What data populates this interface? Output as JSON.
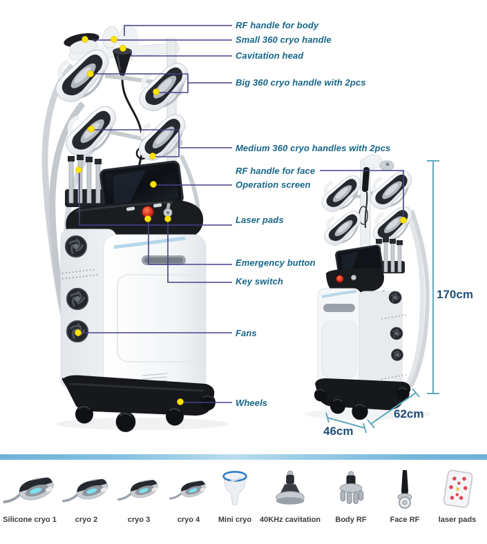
{
  "diagram": {
    "callouts": [
      {
        "label": "RF handle for body"
      },
      {
        "label": "Small 360 cryo handle"
      },
      {
        "label": "Cavitation head"
      },
      {
        "label": "Big 360 cryo handle with 2pcs"
      },
      {
        "label": "Medium 360 cryo handles with 2pcs"
      },
      {
        "label": "RF handle for face"
      },
      {
        "label": "Operation screen"
      },
      {
        "label": "Laser pads"
      },
      {
        "label": "Emergency button"
      },
      {
        "label": "Key switch"
      },
      {
        "label": "Fans"
      },
      {
        "label": "Wheels"
      }
    ],
    "dimensions": {
      "height": "170cm",
      "depth": "62cm",
      "width": "46cm"
    },
    "colors": {
      "label_text": "#166588",
      "callout_line": "#47408a",
      "marker_dot": "#ffe400",
      "dimension_text": "#1f4e79",
      "dimension_line": "#5fa8bc",
      "divider_blue": "#74b5da"
    }
  },
  "accessories": [
    {
      "label": "Silicone cryo 1",
      "icon": "cryo-handle-icon"
    },
    {
      "label": "cryo 2",
      "icon": "cryo-handle-icon"
    },
    {
      "label": "cryo 3",
      "icon": "cryo-handle-icon"
    },
    {
      "label": "cryo 4",
      "icon": "cryo-handle-icon"
    },
    {
      "label": "Mini cryo",
      "icon": "mini-cryo-icon"
    },
    {
      "label": "40KHz cavitation",
      "icon": "cavitation-head-icon"
    },
    {
      "label": "Body RF",
      "icon": "body-rf-icon"
    },
    {
      "label": "Face RF",
      "icon": "face-rf-icon"
    },
    {
      "label": "laser pads",
      "icon": "laser-pads-icon"
    }
  ]
}
